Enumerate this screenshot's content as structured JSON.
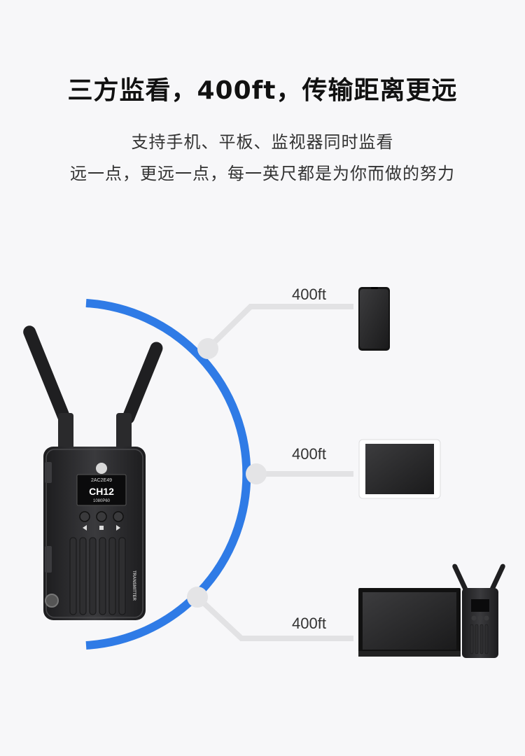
{
  "heading": "三方监看，400ft，传输距离更远",
  "subtitle_line1": "支持手机、平板、监视器同时监看",
  "subtitle_line2": "远一点，更远一点，每一英尺都是为你而做的努力",
  "distances": [
    "400ft",
    "400ft",
    "400ft"
  ],
  "device_screen": {
    "id_text": "2AC2E49",
    "channel": "CH12",
    "resolution": "1080P60"
  },
  "device_side_label": "TRANSMITTER",
  "colors": {
    "arc": "#2f7be6",
    "connector": "#e2e2e4",
    "device": "#2a2a2c"
  }
}
